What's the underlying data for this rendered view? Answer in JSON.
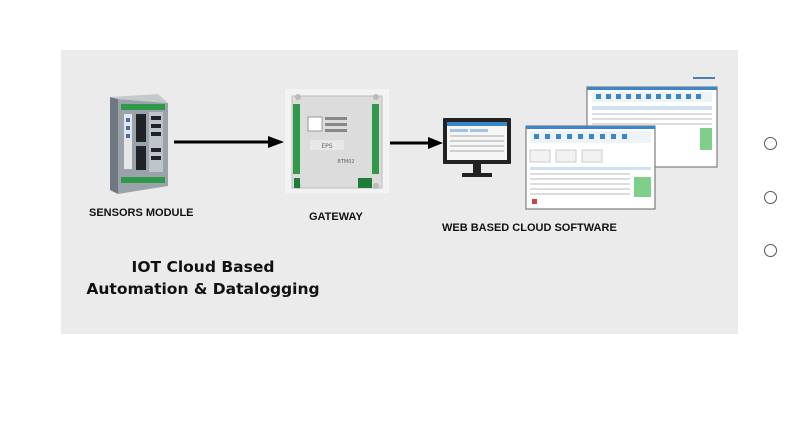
{
  "diagram": {
    "labels": {
      "sensors": "SENSORS MODULE",
      "gateway": "GATEWAY",
      "software": "WEB BASED CLOUD SOFTWARE"
    },
    "title_line1": "IOT Cloud Based",
    "title_line2": "Automation & Datalogging",
    "device_text": "EPS",
    "gateway_model": "BTM02"
  },
  "slider_dots": [
    {
      "state": "inactive"
    },
    {
      "state": "inactive"
    },
    {
      "state": "inactive"
    }
  ],
  "colors": {
    "panel_bg": "#ebebeb",
    "device_green": "#2f9a4a",
    "arrow": "#000000",
    "screen_accent": "#3a86c8"
  }
}
